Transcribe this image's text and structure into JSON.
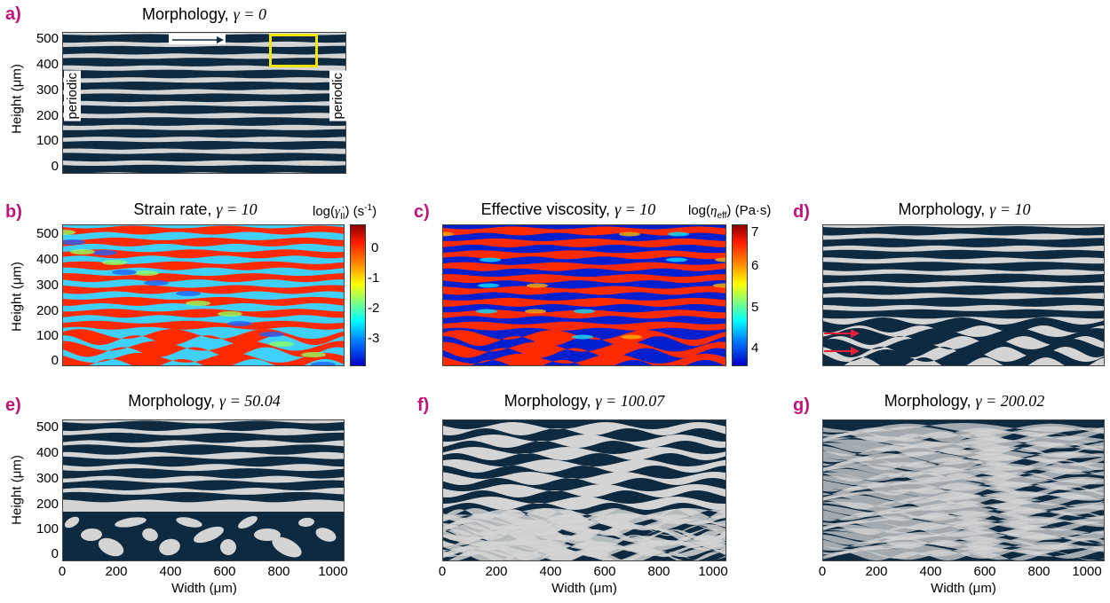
{
  "panels": {
    "a": {
      "label": "a)",
      "title": "Morphology, ",
      "gamma": "γ = 0",
      "periodic_left": "periodic",
      "periodic_right": "periodic",
      "highlight_color": "#f2e600"
    },
    "b": {
      "label": "b)",
      "title": "Strain rate, ",
      "gamma": "γ = 10",
      "colorbar_title_pre": "log(",
      "colorbar_title_sym": "γ̇",
      "colorbar_title_sub": "II",
      "colorbar_title_post": ") (s",
      "colorbar_title_sup": "-1",
      "colorbar_title_end": ")",
      "colorbar_ticks": [
        "0",
        "-1",
        "-2",
        "-3"
      ]
    },
    "c": {
      "label": "c)",
      "title": "Effective viscosity, ",
      "gamma": "γ = 10",
      "colorbar_title_pre": "log(",
      "colorbar_title_sym": "η",
      "colorbar_title_sub": "eff",
      "colorbar_title_post": ") (Pa·s)",
      "colorbar_ticks": [
        "7",
        "6",
        "5",
        "4"
      ]
    },
    "d": {
      "label": "d)",
      "title": "Morphology, ",
      "gamma": "γ = 10",
      "arrow_color": "#e8203a"
    },
    "e": {
      "label": "e)",
      "title": "Morphology, ",
      "gamma": "γ = 50.04"
    },
    "f": {
      "label": "f)",
      "title": "Morphology, ",
      "gamma": "γ = 100.07"
    },
    "g": {
      "label": "g)",
      "title": "Morphology, ",
      "gamma": "γ = 200.02"
    }
  },
  "axes": {
    "ylabel": "Height (μm)",
    "xlabel": "Width (μm)",
    "yticks": [
      "500",
      "400",
      "300",
      "200",
      "100",
      "0"
    ],
    "xticks": [
      "0",
      "200",
      "400",
      "600",
      "800",
      "1000"
    ]
  },
  "colors": {
    "phase_dark": "#0d2a40",
    "phase_light": "#d4d4d4",
    "label_magenta": "#c2127a"
  }
}
